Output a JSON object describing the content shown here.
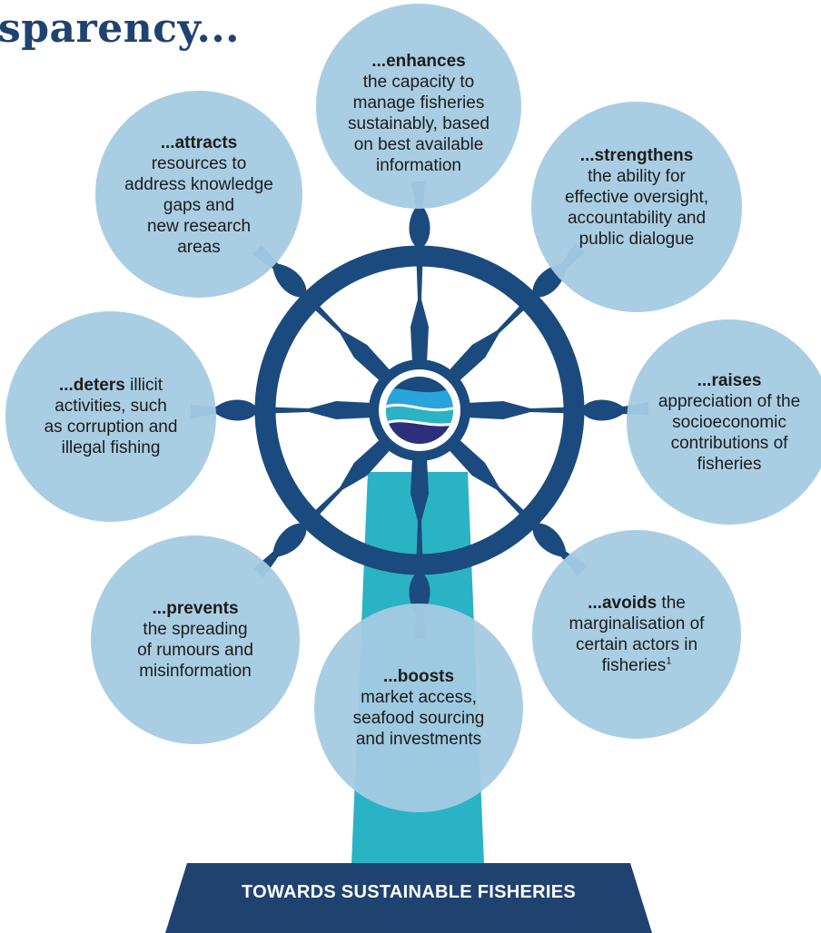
{
  "title": "sparency...",
  "bubbles": {
    "enhances": {
      "keyword": "...enhances",
      "lines": [
        "the capacity to",
        "manage fisheries",
        "sustainably, based",
        "on best available",
        "information"
      ]
    },
    "strengthens": {
      "keyword": "...strengthens",
      "lines": [
        "the ability for",
        "effective oversight,",
        "accountability and",
        "public dialogue"
      ]
    },
    "raises": {
      "keyword": "...raises",
      "lines": [
        "appreciation of the",
        "socioeconomic",
        "contributions of",
        "fisheries"
      ]
    },
    "avoids": {
      "keyword": "...avoids",
      "rest": " the",
      "lines": [
        "marginalisation of",
        "certain actors in",
        "fisheries"
      ],
      "footnote": "1"
    },
    "boosts": {
      "keyword": "...boosts",
      "lines": [
        "market access,",
        "seafood sourcing",
        "and investments"
      ]
    },
    "prevents": {
      "keyword": "...prevents",
      "lines": [
        "the spreading",
        "of rumours and",
        "misinformation"
      ]
    },
    "deters": {
      "keyword": "...deters",
      "rest": " illicit",
      "lines": [
        "activities, such",
        "as corruption and",
        "illegal fishing"
      ]
    },
    "attracts": {
      "keyword": "...attracts",
      "lines": [
        "resources to",
        "address knowledge",
        "gaps and",
        "new research",
        "areas"
      ]
    }
  },
  "banner": {
    "label": "TOWARDS SUSTAINABLE FISHERIES"
  },
  "colors": {
    "navy": "#1f4270",
    "wheel": "#1b4a7e",
    "teal": "#2ab3c4",
    "bubble": "#a4cbe3",
    "banner": "#1f4270",
    "logo_light_blue": "#2aa4dc",
    "logo_teal": "#2ab3c4",
    "logo_purple": "#2b2f7c"
  }
}
